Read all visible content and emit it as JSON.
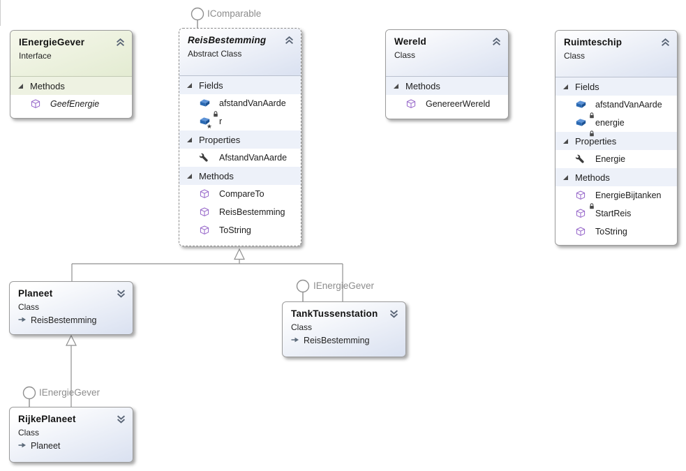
{
  "diagram": {
    "kind": "visual-studio-class-diagram",
    "colors": {
      "class_header_from": "#fdfdfe",
      "class_header_to": "#dbe2f1",
      "interface_header_from": "#f5f7ea",
      "interface_header_to": "#e4ecd3",
      "section_row_class": "#edf1f9",
      "section_row_interface": "#eef2e2",
      "border": "#9b9b9b",
      "connector": "#8f8f8f",
      "lollipop_label": "#8d8d8d",
      "field_icon_blue": "#2a69b2",
      "method_icon_purple": "#9463c8",
      "property_icon_dark": "#3b3b3b",
      "base_arrow": "#5d6b7a"
    }
  },
  "boxes": [
    {
      "name": "IEnergieGever",
      "kind": "Interface",
      "collapsed": false,
      "sections": [
        {
          "label": "Methods",
          "members": [
            {
              "name": "GeefEnergie",
              "icon": "method-icon",
              "italic": true
            }
          ]
        }
      ]
    },
    {
      "name": "ReisBestemming",
      "kind": "Abstract Class",
      "collapsed": false,
      "sections": [
        {
          "label": "Fields",
          "members": [
            {
              "name": "afstandVanAarde",
              "icon": "field-icon",
              "adornment": "lock-adornment"
            },
            {
              "name": "r",
              "icon": "field-icon",
              "adornment": "star-adornment"
            }
          ]
        },
        {
          "label": "Properties",
          "members": [
            {
              "name": "AfstandVanAarde",
              "icon": "property-wrench-icon"
            }
          ]
        },
        {
          "label": "Methods",
          "members": [
            {
              "name": "CompareTo",
              "icon": "method-icon"
            },
            {
              "name": "ReisBestemming",
              "icon": "method-icon"
            },
            {
              "name": "ToString",
              "icon": "method-icon"
            }
          ]
        }
      ]
    },
    {
      "name": "Wereld",
      "kind": "Class",
      "collapsed": false,
      "sections": [
        {
          "label": "Methods",
          "members": [
            {
              "name": "GenereerWereld",
              "icon": "method-icon"
            }
          ]
        }
      ]
    },
    {
      "name": "Ruimteschip",
      "kind": "Class",
      "collapsed": false,
      "sections": [
        {
          "label": "Fields",
          "members": [
            {
              "name": "afstandVanAarde",
              "icon": "field-icon",
              "adornment": "lock-adornment"
            },
            {
              "name": "energie",
              "icon": "field-icon",
              "adornment": "lock-adornment"
            }
          ]
        },
        {
          "label": "Properties",
          "members": [
            {
              "name": "Energie",
              "icon": "property-wrench-icon"
            }
          ]
        },
        {
          "label": "Methods",
          "members": [
            {
              "name": "EnergieBijtanken",
              "icon": "method-icon",
              "adornment": "lock-adornment"
            },
            {
              "name": "StartReis",
              "icon": "method-icon"
            },
            {
              "name": "ToString",
              "icon": "method-icon"
            }
          ]
        }
      ]
    },
    {
      "name": "Planeet",
      "kind": "Class",
      "collapsed": true,
      "base": "ReisBestemming"
    },
    {
      "name": "TankTussenstation",
      "kind": "Class",
      "collapsed": true,
      "base": "ReisBestemming"
    },
    {
      "name": "RijkePlaneet",
      "kind": "Class",
      "collapsed": true,
      "base": "Planeet"
    }
  ],
  "lollipops": [
    {
      "label": "IComparable",
      "attached_to": "ReisBestemming"
    },
    {
      "label": "IEnergieGever",
      "attached_to": "TankTussenstation"
    },
    {
      "label": "IEnergieGever",
      "attached_to": "RijkePlaneet"
    }
  ]
}
